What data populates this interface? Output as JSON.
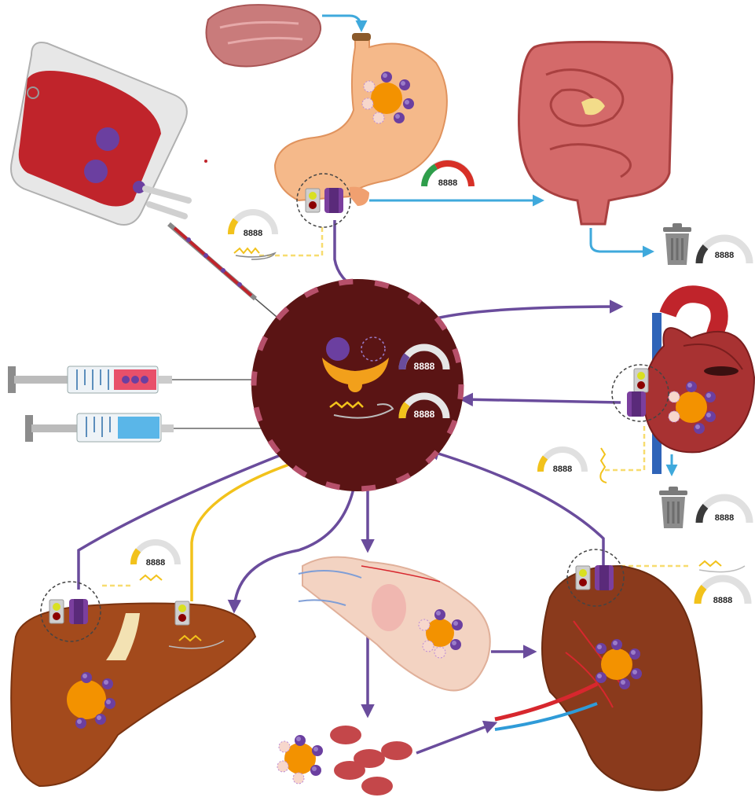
{
  "gauges": {
    "stomach_out": "8888",
    "blood_bag": "8888",
    "colon_waste": "8888",
    "plasma_transferrin": "8888",
    "plasma_hepcidin": "8888",
    "heart": "8888",
    "heart_waste": "8888",
    "liver": "8888",
    "spleen": "8888"
  },
  "colors": {
    "plasma": "#5a1414",
    "iron_flow": "#6a4c9c",
    "dietary_flow": "#3fa9dc",
    "hepcidin_signal": "#f2c21b",
    "macrophage": "#f39200",
    "iron_atom": "#6b3fa0",
    "tissue_red": "#c0392b"
  },
  "icons": [
    "blood-bag-icon",
    "meat-icon",
    "stomach-icon",
    "colon-icon",
    "heart-icon",
    "liver-icon",
    "bone-marrow-icon",
    "spleen-icon",
    "syringe-icon",
    "trash-icon",
    "ferroportin-icon",
    "traffic-light-icon",
    "macrophage-icon",
    "red-blood-cell-icon"
  ]
}
